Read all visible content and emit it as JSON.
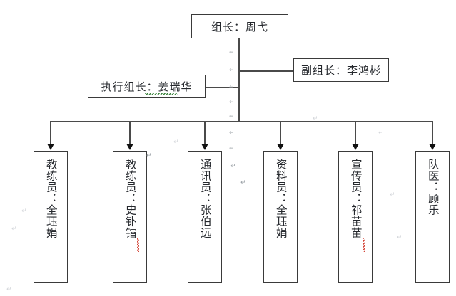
{
  "chart_data": {
    "type": "diagram",
    "title": "团队组织结构图",
    "orientation": "top-down org chart",
    "nodes": [
      {
        "id": "leader",
        "label": "组长：周弋",
        "role": "组长",
        "name": "周弋",
        "level": 0,
        "text_direction": "horizontal"
      },
      {
        "id": "deputy",
        "label": "副组长：李鸿彬",
        "role": "副组长",
        "name": "李鸿彬",
        "level": 1,
        "text_direction": "horizontal"
      },
      {
        "id": "executive",
        "label": "执行组长：姜瑞华",
        "role": "执行组长",
        "name": "姜瑞华",
        "level": 1,
        "text_direction": "horizontal"
      },
      {
        "id": "coach1",
        "label": "教练员：全珏娟",
        "role": "教练员",
        "name": "全珏娟",
        "level": 2,
        "text_direction": "vertical"
      },
      {
        "id": "coach2",
        "label": "教练员：史钋镭",
        "role": "教练员",
        "name": "史钋镭",
        "level": 2,
        "text_direction": "vertical"
      },
      {
        "id": "liaison",
        "label": "通讯员：张伯远",
        "role": "通讯员",
        "name": "张伯远",
        "level": 2,
        "text_direction": "vertical"
      },
      {
        "id": "archivist",
        "label": "资料员：全珏娟",
        "role": "资料员",
        "name": "全珏娟",
        "level": 2,
        "text_direction": "vertical"
      },
      {
        "id": "publicist",
        "label": "宣传员：祁苗苗",
        "role": "宣传员",
        "name": "祁苗苗",
        "level": 2,
        "text_direction": "vertical"
      },
      {
        "id": "doctor",
        "label": "队医：顾乐",
        "role": "队医",
        "name": "顾乐",
        "level": 2,
        "text_direction": "vertical"
      }
    ],
    "edges": [
      {
        "from": "leader",
        "to": "deputy",
        "style": "elbow"
      },
      {
        "from": "leader",
        "to": "executive",
        "style": "elbow"
      },
      {
        "from": "leader",
        "to": "coach1",
        "style": "bus-arrow"
      },
      {
        "from": "leader",
        "to": "coach2",
        "style": "bus-arrow"
      },
      {
        "from": "leader",
        "to": "liaison",
        "style": "bus-arrow"
      },
      {
        "from": "leader",
        "to": "archivist",
        "style": "bus-arrow"
      },
      {
        "from": "leader",
        "to": "publicist",
        "style": "bus-arrow"
      },
      {
        "from": "leader",
        "to": "doctor",
        "style": "bus-arrow"
      }
    ],
    "annotations": [
      {
        "target": "executive",
        "type": "grammar-underline",
        "color": "#2f7d32",
        "over": "姜瑞华"
      },
      {
        "target": "coach2",
        "type": "spelling-underline",
        "color": "#d23b2e",
        "over": "钋"
      },
      {
        "target": "publicist",
        "type": "spelling-underline",
        "color": "#d23b2e",
        "over": "祁"
      }
    ]
  },
  "nodes": {
    "leader": {
      "label": "组长：周弋"
    },
    "deputy": {
      "label": "副组长：李鸿彬"
    },
    "executive": {
      "label": "执行组长：姜瑞华"
    },
    "coach1": {
      "label": "教练员：全珏娟"
    },
    "coach2": {
      "label": "教练员：史钋镭"
    },
    "liaison": {
      "label": "通讯员：张伯远"
    },
    "archivist": {
      "label": "资料员：全珏娟"
    },
    "publicist": {
      "label": "宣传员：祁苗苗"
    },
    "doctor": {
      "label": "队医：顾乐"
    }
  },
  "marks": {
    "return": "↵"
  },
  "colors": {
    "box_border": "#3a3a3a",
    "connector": "#4a4a4a",
    "arrow": "#111111",
    "text": "#25282d",
    "grammar_underline": "#2f7d32",
    "spelling_underline": "#d23b2e",
    "background": "#ffffff"
  }
}
